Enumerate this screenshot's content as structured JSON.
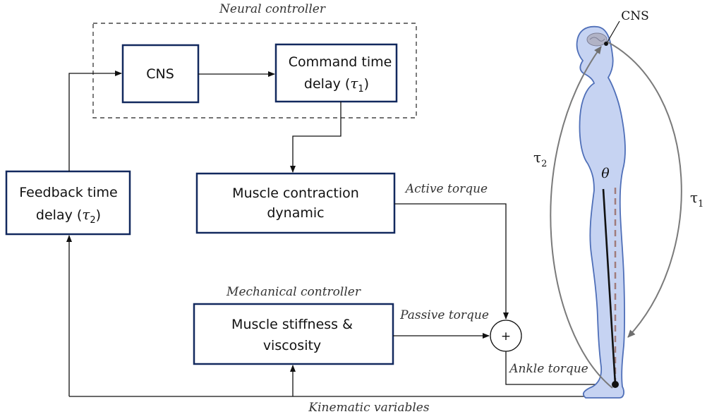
{
  "neural_controller_label": "Neural controller",
  "mechanical_controller_label": "Mechanical controller",
  "blocks": {
    "cns": "CNS",
    "command_delay_line1": "Command time",
    "command_delay_line2": "delay (",
    "command_delay_tau": "τ",
    "command_delay_sub": "1",
    "command_delay_close": ")",
    "feedback_delay_line1": "Feedback time",
    "feedback_delay_line2": "delay (",
    "feedback_delay_tau": "τ",
    "feedback_delay_sub": "2",
    "feedback_delay_close": ")",
    "muscle_contraction_line1": "Muscle contraction",
    "muscle_contraction_line2": "dynamic",
    "muscle_stiffness_line1": "Muscle stiffness &",
    "muscle_stiffness_line2": "viscosity",
    "sum_symbol": "+"
  },
  "signals": {
    "active_torque": "Active torque",
    "passive_torque": "Passive torque",
    "ankle_torque": "Ankle torque",
    "kinematic_variables": "Kinematic variables"
  },
  "figure": {
    "cns_label": "CNS",
    "tau1": "τ",
    "tau1_sub": "1",
    "tau2": "τ",
    "tau2_sub": "2",
    "theta": "θ"
  },
  "colors": {
    "box_border": "#12295e",
    "body_fill": "#c6d3f2",
    "body_outline": "#4f6fb8",
    "curve": "#7a7a7a",
    "pendulum": "#111111",
    "vertical_ref": "#a07c7c"
  }
}
